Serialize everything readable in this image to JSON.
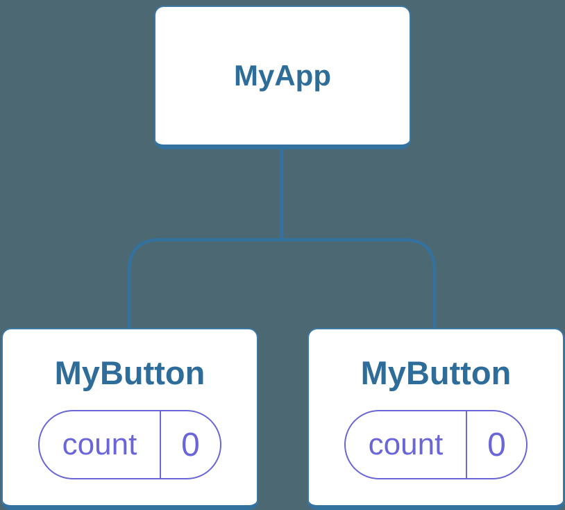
{
  "colors": {
    "background": "#4C6872",
    "line": "#33719F",
    "box_border": "#3C78A6",
    "box_fill": "#FFFFFF",
    "heading_text": "#2E6C99",
    "state_accent": "#6A66D9"
  },
  "tree": {
    "root": {
      "label": "MyApp"
    },
    "children": [
      {
        "label": "MyButton",
        "state": {
          "key": "count",
          "value": "0"
        }
      },
      {
        "label": "MyButton",
        "state": {
          "key": "count",
          "value": "0"
        }
      }
    ]
  }
}
